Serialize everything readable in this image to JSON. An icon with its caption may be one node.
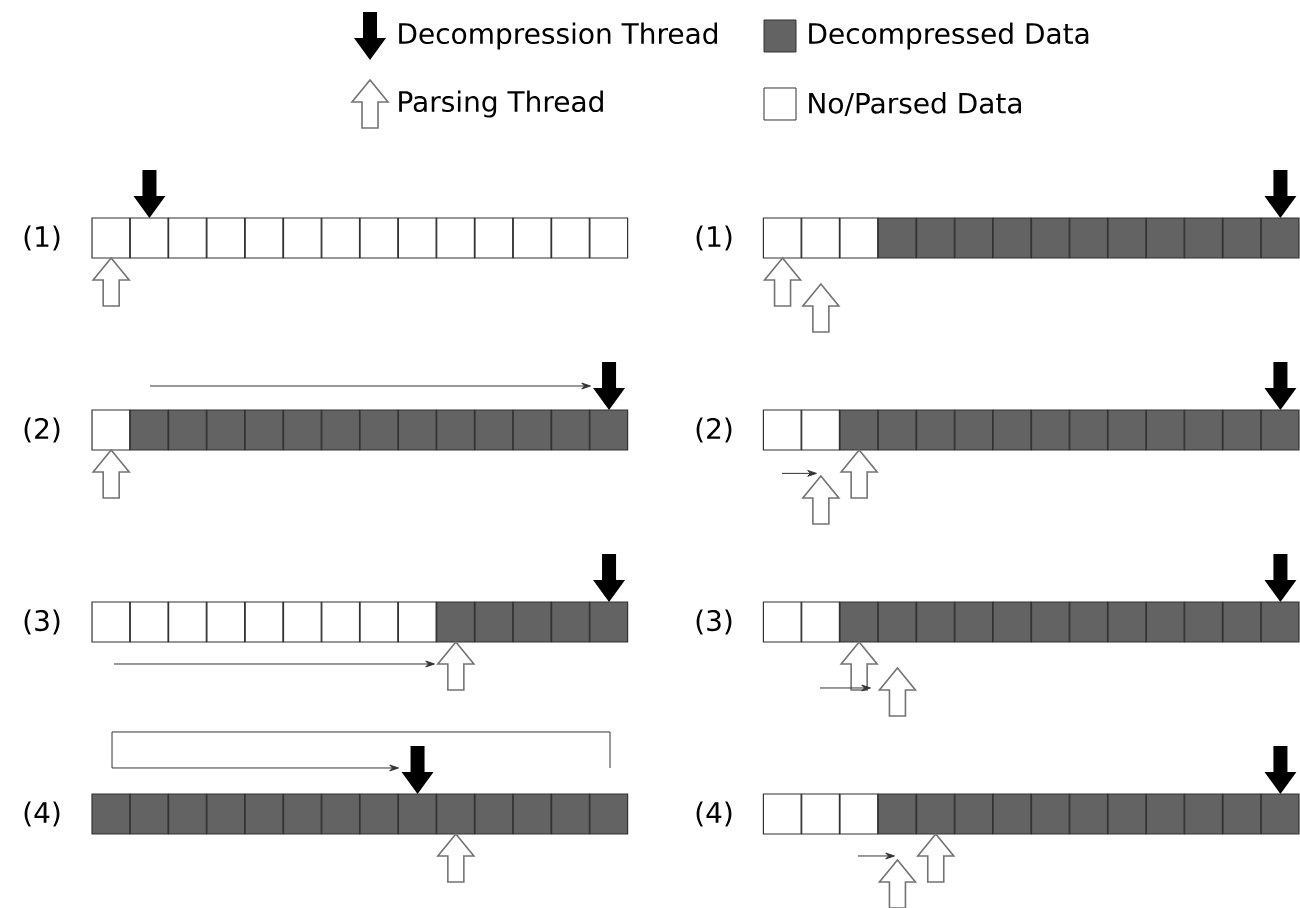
{
  "diagram": {
    "labels": [
      "(1)",
      "(1)",
      "(2)",
      "(2)",
      "(3)",
      "(3)",
      "(4)",
      "(4)"
    ],
    "legend": [
      {
        "text": "Decompression Thread"
      },
      {
        "text": "Decompressed Data",
        "color": "#636363"
      },
      {
        "text": "Parsing Thread"
      },
      {
        "text": "No/Parsed Data"
      }
    ]
  }
}
